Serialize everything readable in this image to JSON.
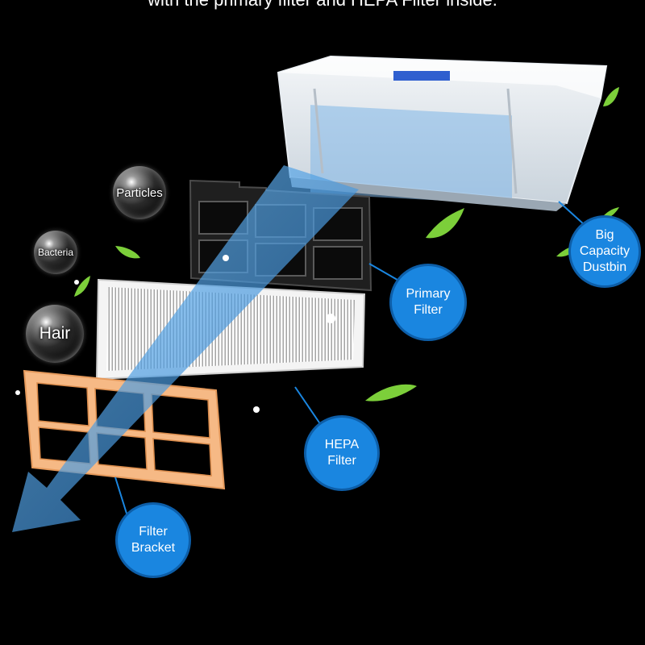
{
  "caption": "with the primary filter and HEPA Filter inside.",
  "particles": {
    "particles": "Particles",
    "bacteria": "Bacteria",
    "hair": "Hair"
  },
  "callouts": {
    "dustbin": "Big\nCapacity\nDustbin",
    "primary": "Primary\nFilter",
    "hepa": "HEPA\nFilter",
    "bracket": "Filter\nBracket"
  },
  "colors": {
    "callout_blue": "#1a86e0",
    "airflow_blue": "#4aa8f0",
    "bracket_orange": "#f6b985",
    "leaf_green": "#7ccf3a"
  },
  "icons": [
    "leaf-icon",
    "dust-speck-icon",
    "airflow-arrow-icon"
  ]
}
